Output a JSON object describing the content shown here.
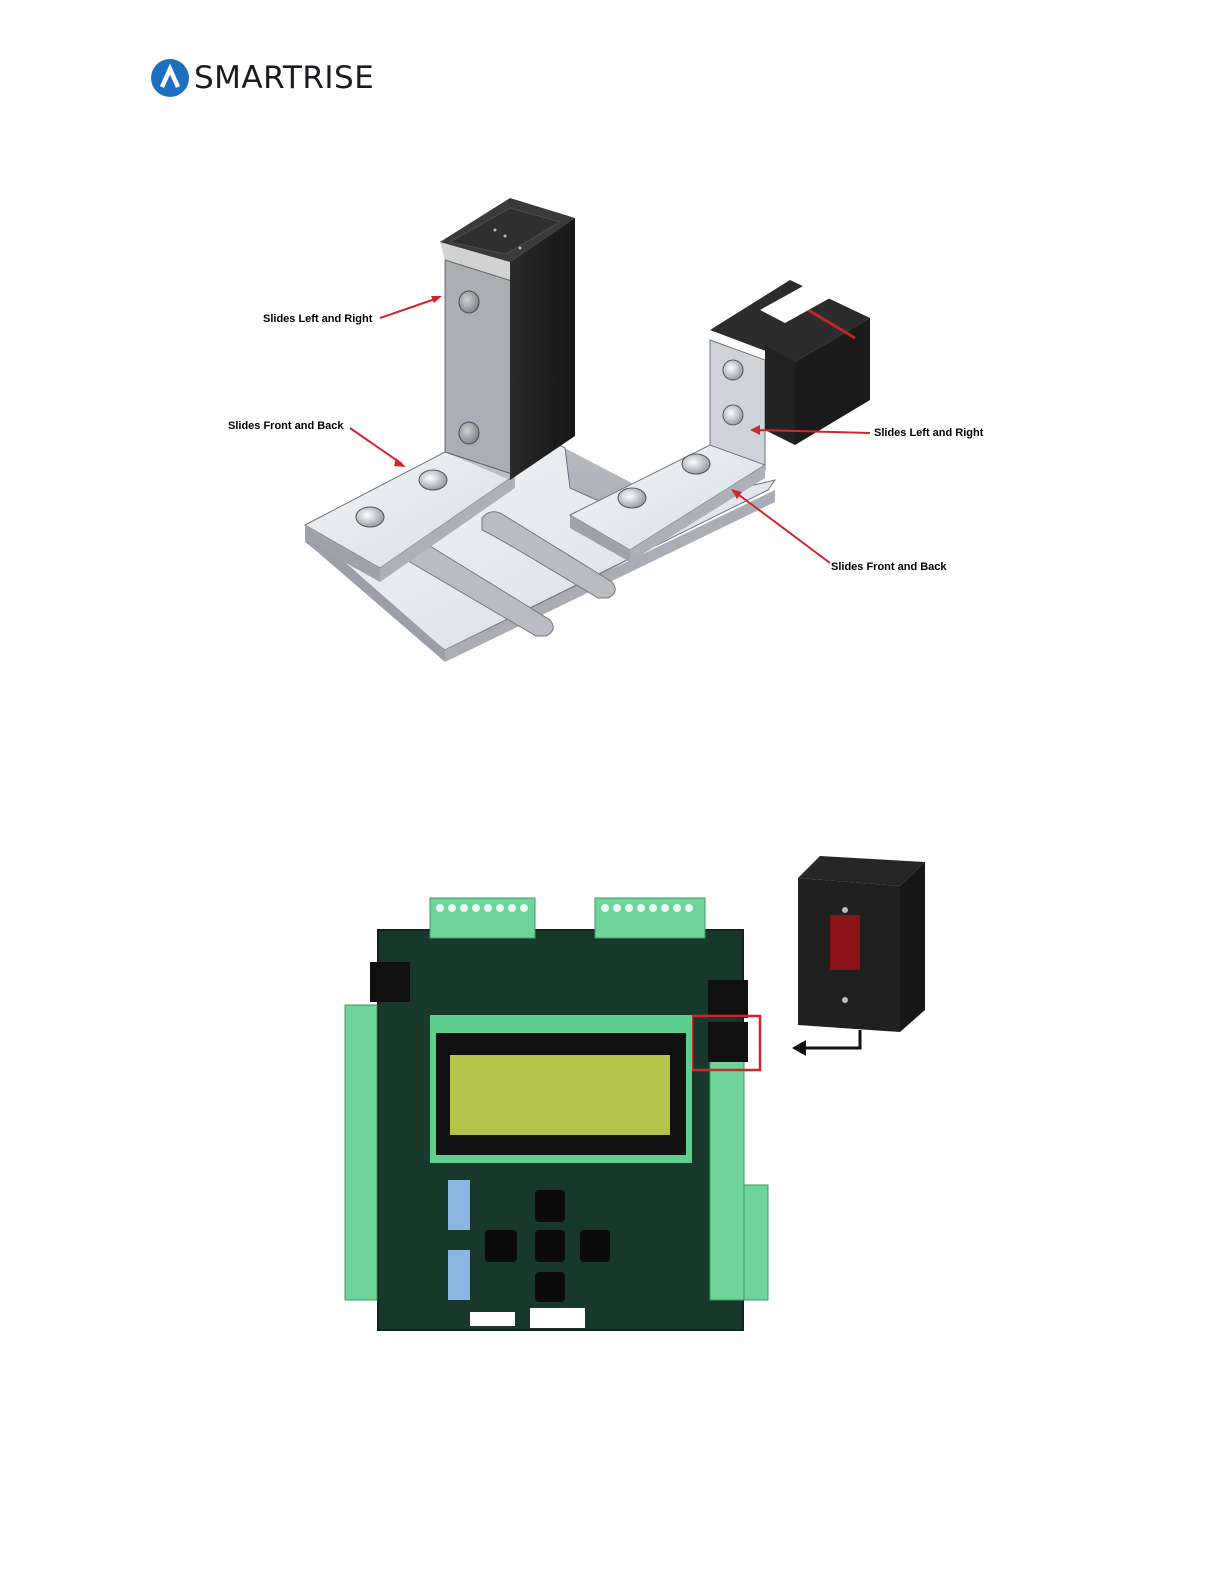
{
  "header": {
    "logo_text": "SMARTRISE"
  },
  "figure1": {
    "callouts": [
      "Slides Left and Right",
      "Slides Front and Back",
      "Slides Left and Right",
      "Slides Front and Back"
    ]
  },
  "figure2": {}
}
